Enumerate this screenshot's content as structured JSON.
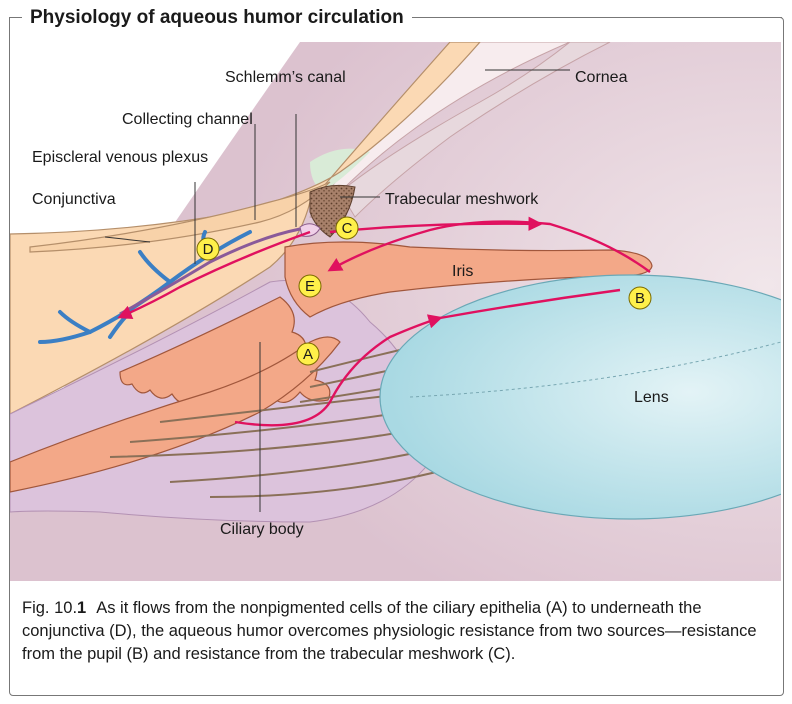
{
  "header": {
    "title": "Physiology of aqueous humor circulation"
  },
  "labels": {
    "schlemms_canal": "Schlemm’s canal",
    "cornea": "Cornea",
    "collecting_channel": "Collecting channel",
    "episcleral_venous_plexus": "Episcleral venous plexus",
    "conjunctiva": "Conjunctiva",
    "trabecular_meshwork": "Trabecular meshwork",
    "iris": "Iris",
    "lens": "Lens",
    "ciliary_body": "Ciliary body"
  },
  "markers": {
    "a": "A",
    "b": "B",
    "c": "C",
    "d": "D",
    "e": "E"
  },
  "colors": {
    "flow_arrow": "#e0115f",
    "marker_fill": "#fff04a",
    "vein": "#3b7fc4",
    "lens": "#bfe3ea",
    "iris": "#f3a888",
    "ciliary_body": "#dcc3dc",
    "sclera": "#fbd9b4",
    "cornea": "#f2e2e3"
  },
  "caption": {
    "fig_prefix": "Fig. 10.",
    "fig_number": "1",
    "text": "As it flows from the nonpigmented cells of the ciliary epithelia (A) to underneath the conjunctiva (D), the aqueous humor overcomes physiologic resistance from two sources—resistance from the pupil (B) and resistance from the trabecular meshwork (C)."
  }
}
